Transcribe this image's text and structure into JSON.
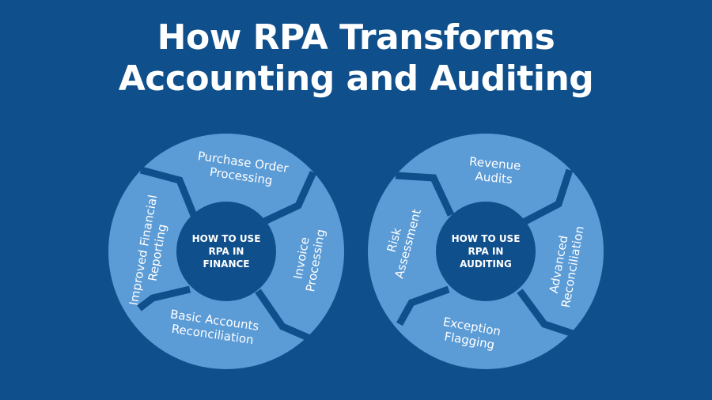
{
  "title": {
    "line1": "How RPA Transforms",
    "line2": "Accounting and Auditing"
  },
  "colors": {
    "background": "#0e4f8c",
    "segment": "#5b9bd6",
    "center": "#0e4f8c"
  },
  "finance_wheel": {
    "center_label": {
      "line1": "HOW TO USE",
      "line2": "RPA IN",
      "line3": "FINANCE"
    },
    "segments": [
      {
        "line1": "Purchase Order",
        "line2": "Processing"
      },
      {
        "line1": "Invoice",
        "line2": "Processing"
      },
      {
        "line1": "Basic Accounts",
        "line2": "Reconciliation"
      },
      {
        "line1": "Improved Financial",
        "line2": "Reporting"
      }
    ]
  },
  "auditing_wheel": {
    "center_label": {
      "line1": "HOW TO USE",
      "line2": "RPA IN",
      "line3": "AUDITING"
    },
    "segments": [
      {
        "line1": "Revenue",
        "line2": "Audits"
      },
      {
        "line1": "Advanced",
        "line2": "Reconciliation"
      },
      {
        "line1": "Exception",
        "line2": "Flagging"
      },
      {
        "line1": "Risk",
        "line2": "Assessment"
      }
    ]
  }
}
